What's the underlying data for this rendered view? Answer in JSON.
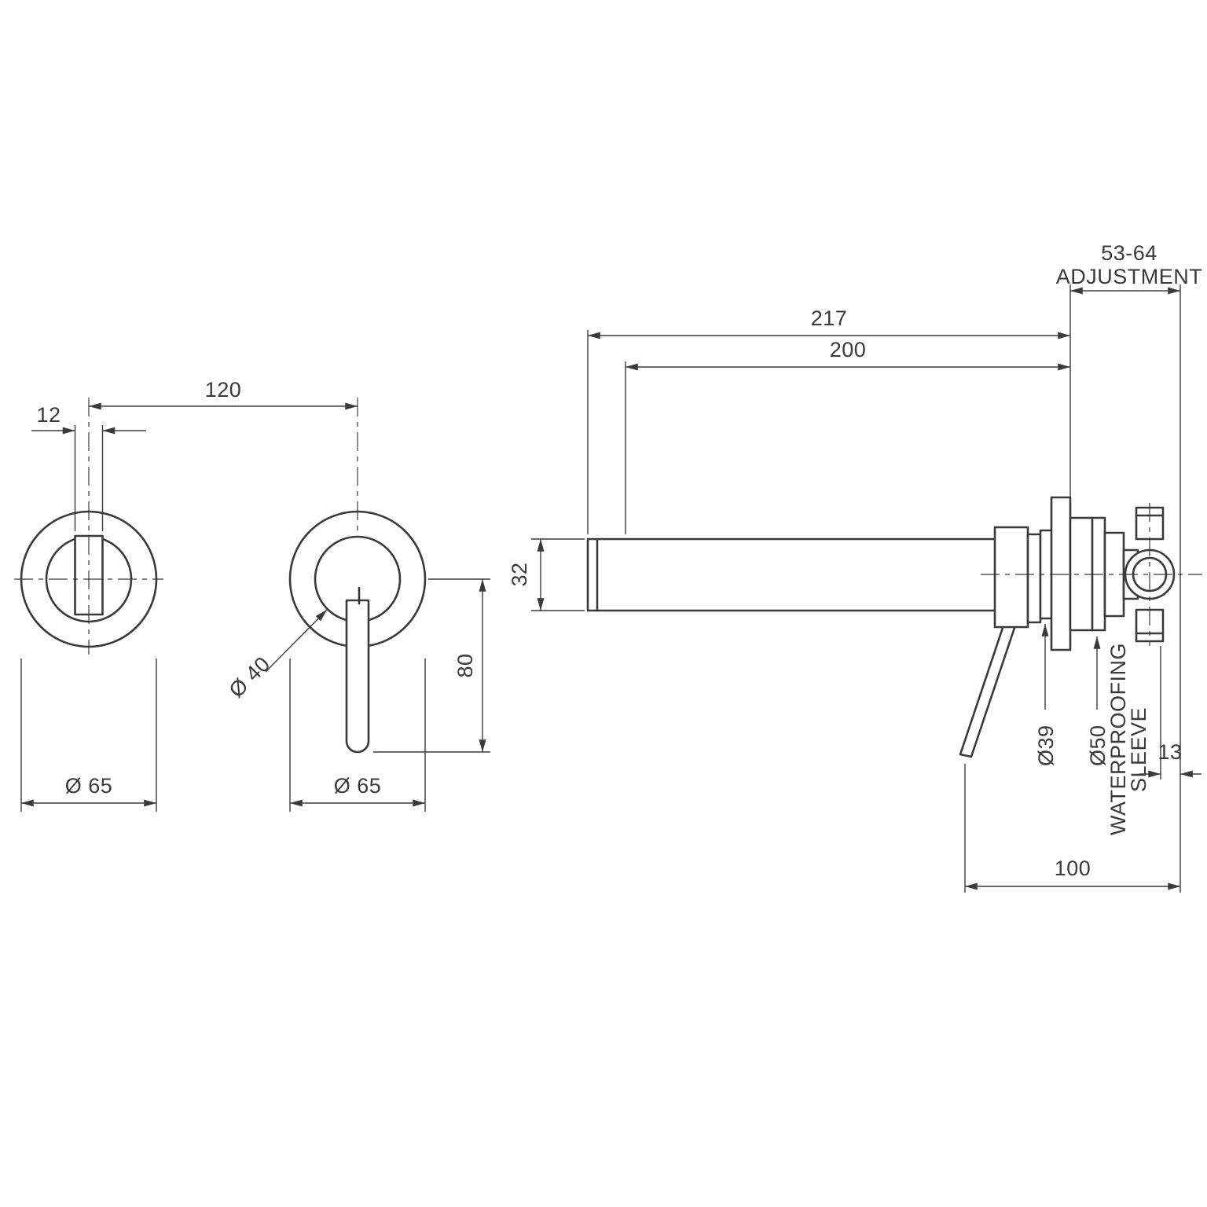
{
  "drawing": {
    "dim_spacing": "120",
    "front_view_spout": {
      "dim_width": "12",
      "dia_plate": "Ø 65"
    },
    "front_view_mixer": {
      "dia_plate": "Ø 65",
      "dia_trim": "Ø 40",
      "dim_handle_length": "80"
    },
    "side_view": {
      "dim_spout_height": "32",
      "dim_overall_length": "217",
      "dim_spout_length": "200",
      "adjustment_range": "53-64",
      "adjustment_label": "ADJUSTMENT",
      "dia_trim_sleeve": "Ø39",
      "dia_sleeve": "Ø50",
      "sleeve_label_line1": "WATERPROOFING",
      "sleeve_label_line2": "SLEEVE",
      "dim_wall_offset": "13",
      "dim_handle_projection": "100"
    },
    "colors": {
      "line": "#3a3a3a",
      "background": "#ffffff"
    }
  }
}
